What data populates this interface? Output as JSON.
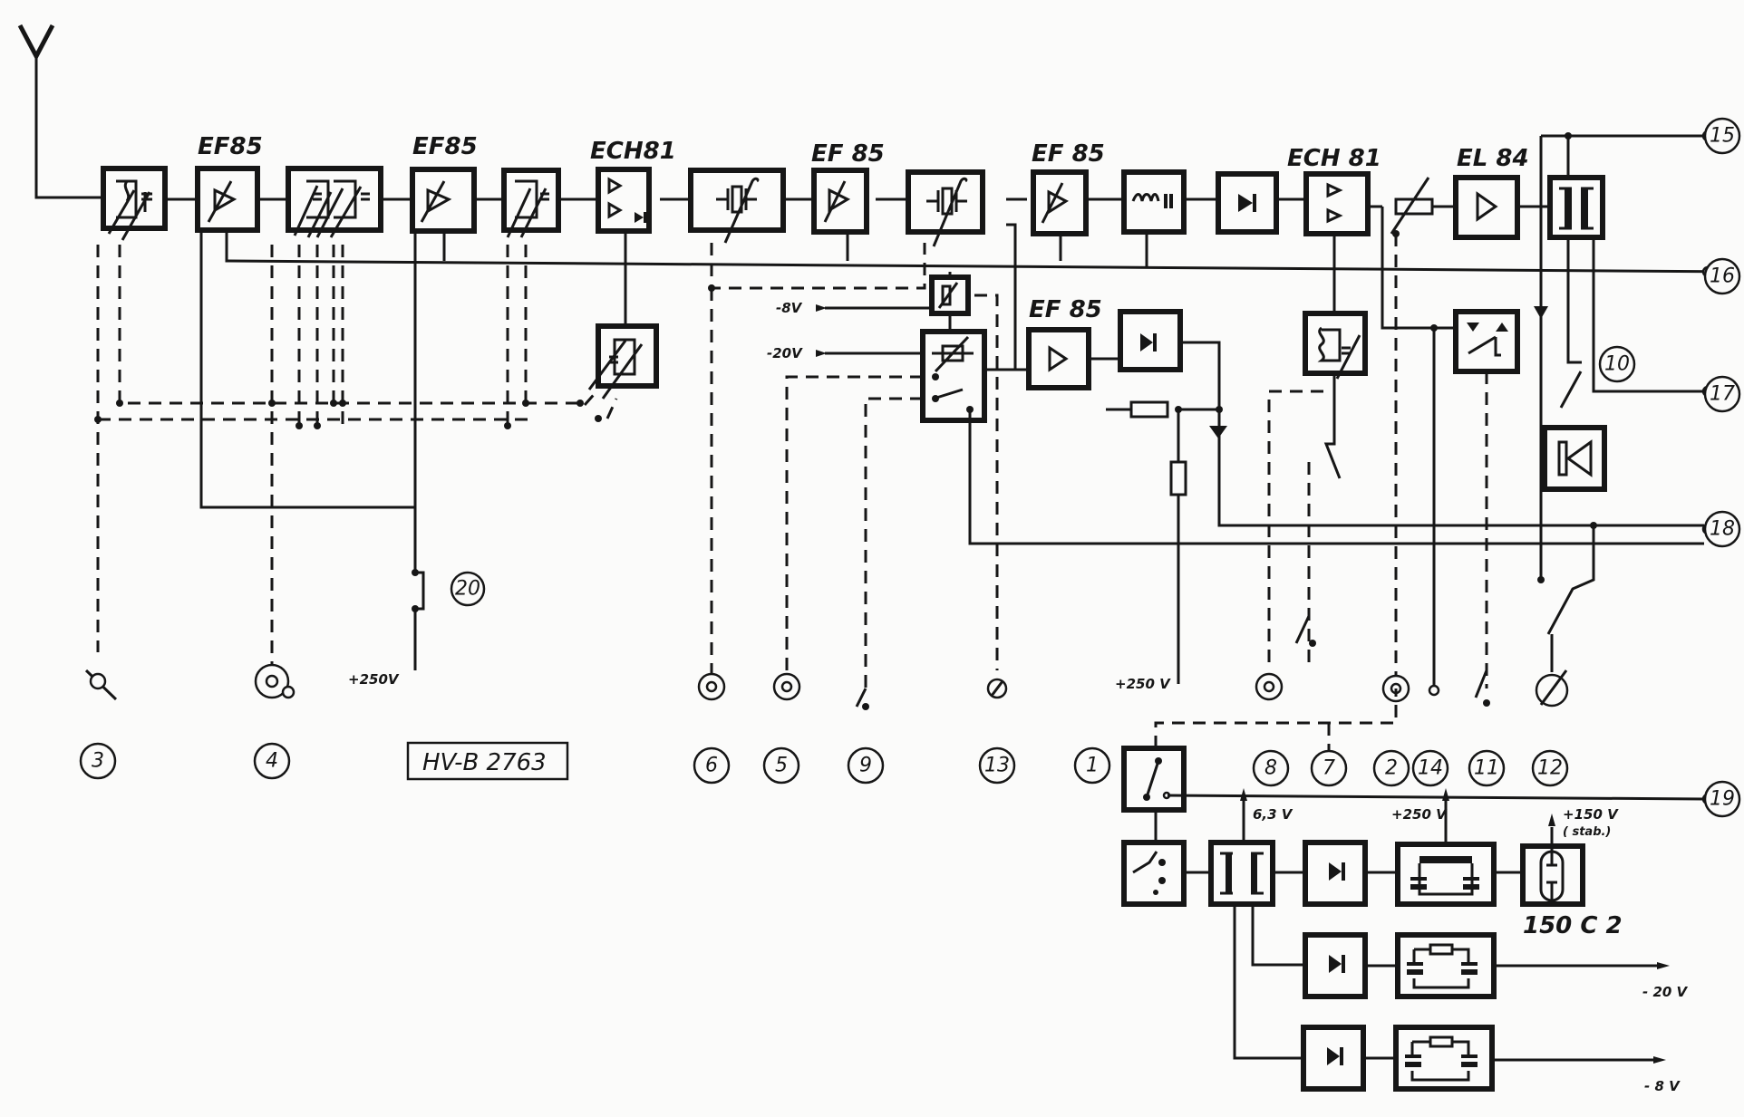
{
  "diagram": {
    "reference_label": "HV-B 2763",
    "colors": {
      "ink": "#161616",
      "paper": "#fbfbfa"
    },
    "tube_labels": [
      "EF85",
      "EF85",
      "ECH81",
      "EF 85",
      "EF 85",
      "EF 85",
      "ECH 81",
      "EL 84"
    ],
    "regulator_tube_label": "150 C 2",
    "voltage_labels": {
      "minus_8v_top": "-8V",
      "minus_20v_top": "-20V",
      "plus_250v_left": "+250V",
      "plus_250v_mid": "+250 V",
      "supply_6_3v": "6,3 V",
      "supply_250v": "+250 V",
      "supply_150v": "+150 V",
      "supply_150v_note": "( stab.)",
      "out_minus_20v": "- 20 V",
      "out_minus_8v": "- 8 V"
    },
    "control_numbers": [
      "3",
      "4",
      "6",
      "5",
      "9",
      "13",
      "1",
      "8",
      "7",
      "2",
      "14",
      "11",
      "12"
    ],
    "terminal_numbers": [
      "15",
      "16",
      "17",
      "18",
      "19"
    ],
    "inline_numbers": [
      "20",
      "10"
    ],
    "blocks": [
      "input-filter",
      "rf-amplifier",
      "bandpass-filter",
      "rf-amplifier-2",
      "tuned-circuit",
      "mixer-oscillator",
      "if-crystal-filter-1",
      "if-amplifier",
      "if-crystal-filter-2",
      "if-amplifier-2",
      "lowpass-filter",
      "detector",
      "af-preamp",
      "volume-control",
      "power-amplifier",
      "output-transformer",
      "oscillator-tank",
      "bfo-tank",
      "agc-amplifier",
      "agc-rectifier",
      "noise-limiter",
      "speaker",
      "power-switch",
      "mains-transformer",
      "rectifier-ht",
      "filter-ht",
      "voltage-regulator",
      "rectifier-20v",
      "filter-20v",
      "rectifier-8v",
      "filter-8v"
    ]
  }
}
